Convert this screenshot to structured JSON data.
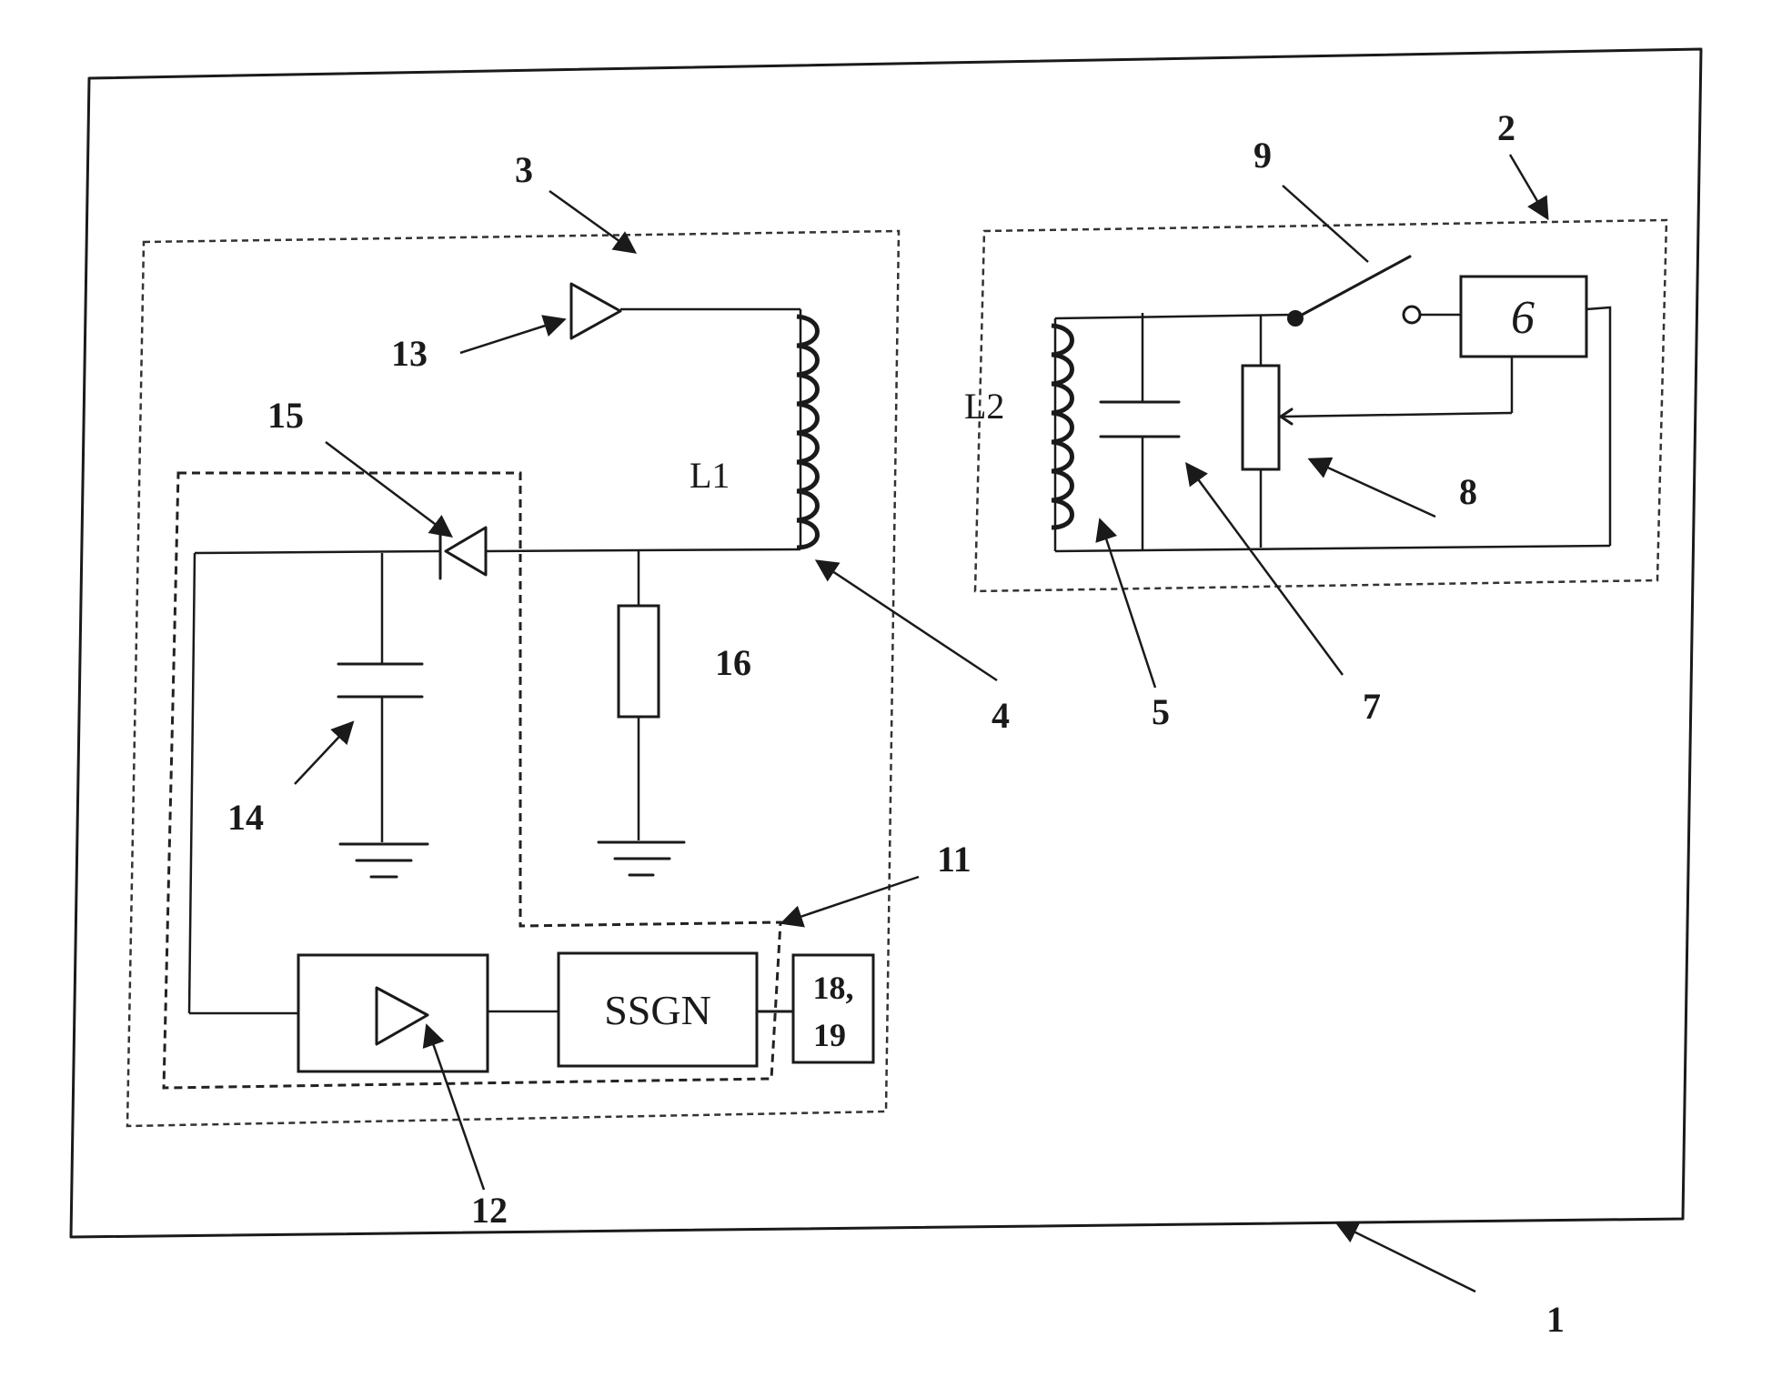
{
  "figure": {
    "refs": {
      "r1": "1",
      "r2": "2",
      "r3": "3",
      "r4": "4",
      "r5": "5",
      "r7": "7",
      "r8": "8",
      "r9": "9",
      "r11": "11",
      "r12": "12",
      "r13": "13",
      "r14": "14",
      "r15": "15",
      "r16": "16"
    },
    "coil_labels": {
      "l1": "L1",
      "l2": "L2"
    },
    "blocks": {
      "ssgn": "SSGN",
      "block_6": "6",
      "block_18_19_line1": "18,",
      "block_18_19_line2": "19"
    }
  }
}
